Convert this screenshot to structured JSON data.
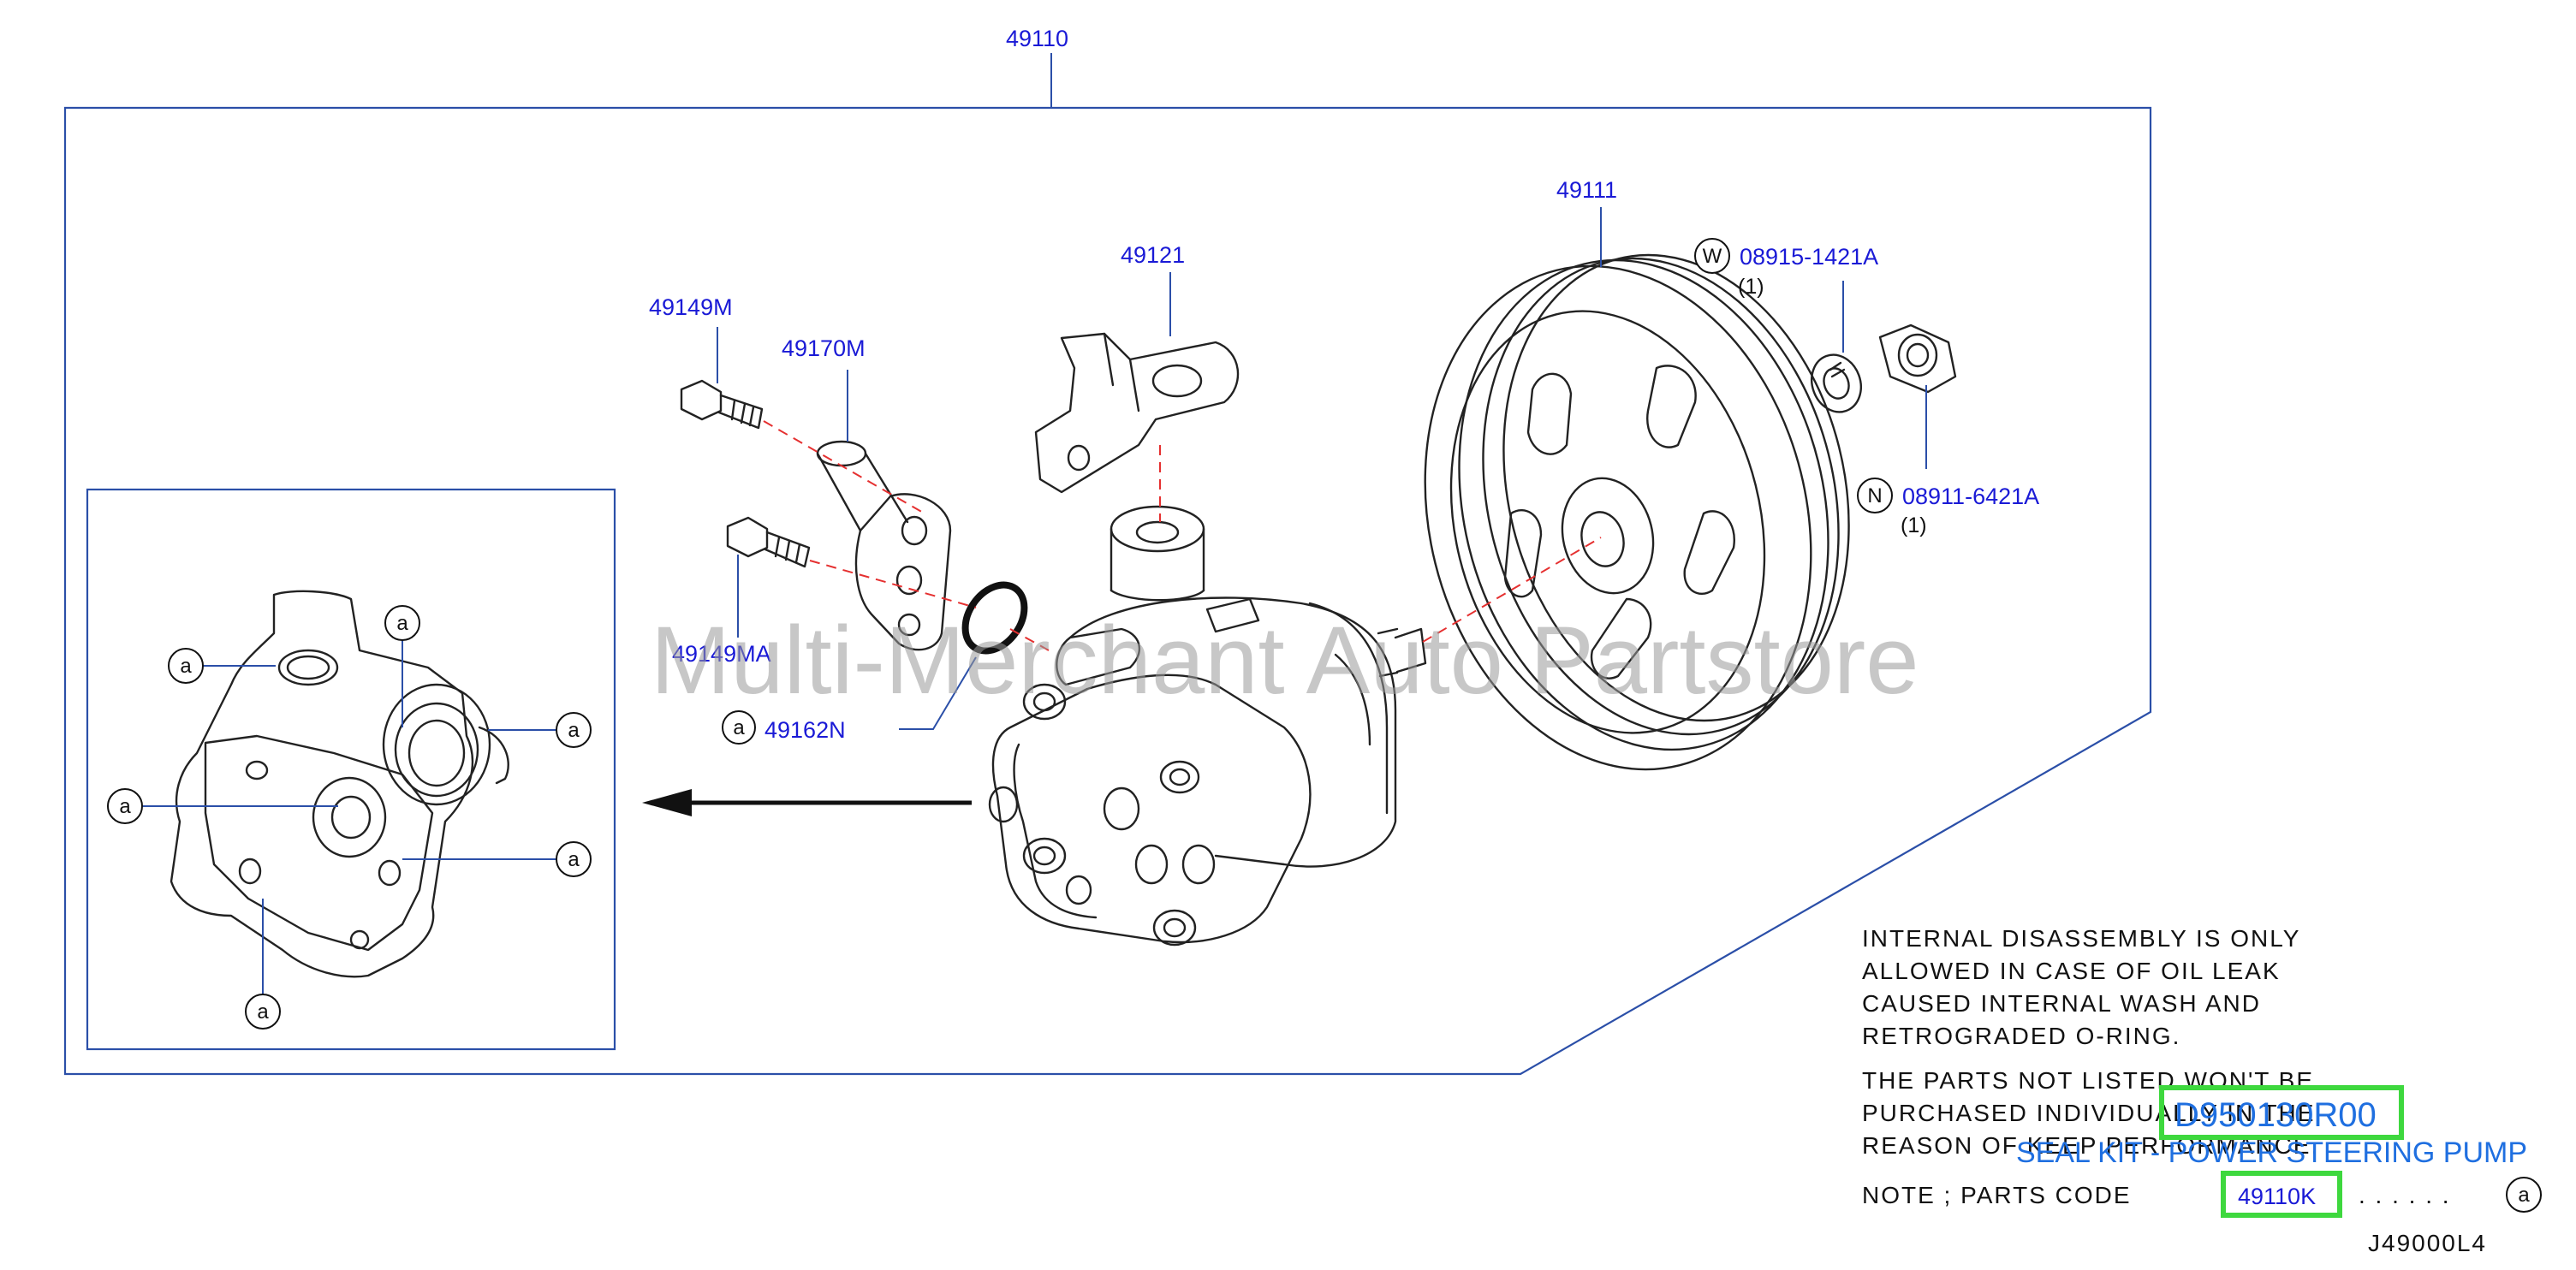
{
  "diagram": {
    "callouts": {
      "assembly": "49110",
      "pulley": "49111",
      "bracket": "49121",
      "bolt_upper": "49149M",
      "connector": "49170M",
      "bolt_lower": "49149MA",
      "oring": "49162N",
      "washer_part": "08915-1421A",
      "washer_symbol": "W",
      "washer_qty": "(1)",
      "nut_part": "08911-6421A",
      "nut_symbol": "N",
      "nut_qty": "(1)",
      "seal_symbol": "a"
    },
    "notes": {
      "disassembly": [
        "INTERNAL  DISASSEMBLY  IS  ONLY",
        "ALLOWED  IN  CASE  OF  OIL  LEAK",
        "CAUSED  INTERNAL  WASH  AND",
        "RETROGRADED  O-RING."
      ],
      "not_listed": [
        "THE  PARTS  NOT  LISTED  WON'T  BE",
        "PURCHASED  INDIVIDUALLY  IN  THE",
        "REASON  OF  KEEP  PERFORMANCE."
      ],
      "parts_code_label": "NOTE  ;  PARTS  CODE",
      "parts_code_value": "49110K",
      "parts_code_dots": ". . . . . .",
      "diagram_code": "J49000L4"
    },
    "overlay": {
      "part_number": "D950130R00",
      "part_description": "SEAL KIT - POWER STEERING PUMP"
    },
    "watermark": "Multi-Merchant Auto Partstore",
    "colors": {
      "callout": "#1a1ad6",
      "frame": "#2b4fa8",
      "dashed_leader": "#e53030",
      "highlight": "#3ed83e",
      "overlay_text": "#1f6fe0"
    }
  }
}
